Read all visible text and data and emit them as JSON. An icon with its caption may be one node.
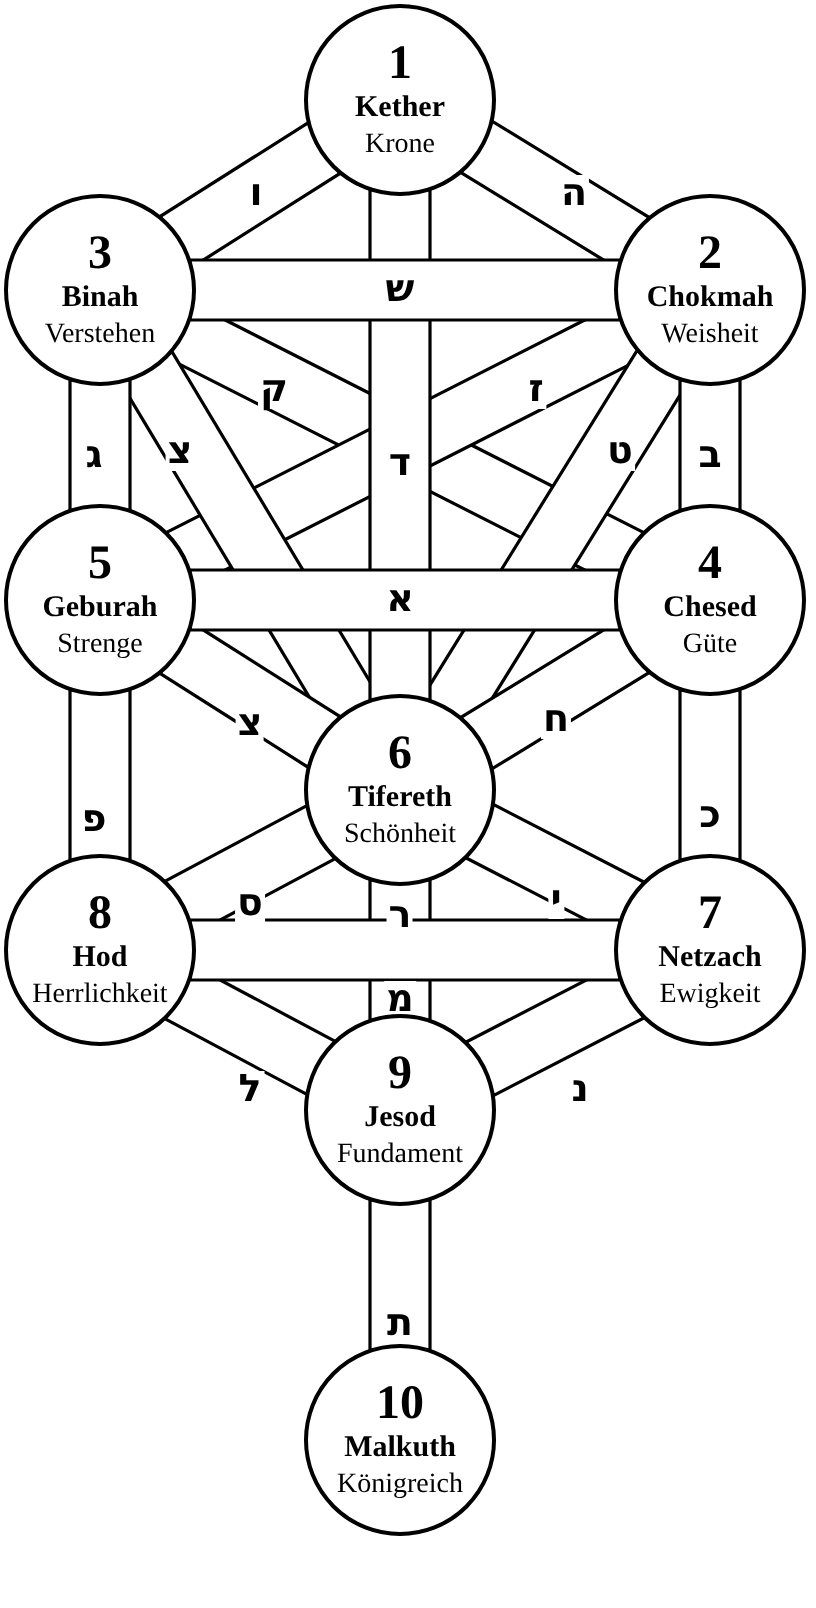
{
  "diagram": {
    "nodes": [
      {
        "text": [
          "1",
          "Kether",
          "Krone"
        ]
      },
      {
        "text": [
          "2",
          "Chokmah",
          "Weisheit"
        ]
      },
      {
        "text": [
          "3",
          "Binah",
          "Verstehen"
        ]
      },
      {
        "text": [
          "4",
          "Chesed",
          "Güte"
        ]
      },
      {
        "text": [
          "5",
          "Geburah",
          "Strenge"
        ]
      },
      {
        "text": [
          "6",
          "Tifereth",
          "Schönheit"
        ]
      },
      {
        "text": [
          "7",
          "Netzach",
          "Ewigkeit"
        ]
      },
      {
        "text": [
          "8",
          "Hod",
          "Herrlichkeit"
        ]
      },
      {
        "text": [
          "9",
          "Jesod",
          "Fundament"
        ]
      },
      {
        "text": [
          "10",
          "Malkuth",
          "Königreich"
        ]
      }
    ],
    "edges": [
      {
        "from": 0,
        "to": 1,
        "arrow": "none",
        "label": "ה"
      },
      {
        "from": 0,
        "to": 2,
        "arrow": "none",
        "label": "ו"
      },
      {
        "from": 0,
        "to": 5,
        "arrow": "none",
        "label": "ד"
      },
      {
        "from": 1,
        "to": 2,
        "arrow": "none",
        "label": "ש"
      },
      {
        "from": 1,
        "to": 3,
        "arrow": "none",
        "label": "ב"
      },
      {
        "from": 2,
        "to": 4,
        "arrow": "none",
        "label": "ג"
      },
      {
        "from": 2,
        "to": 3,
        "arrow": "none",
        "label": "ק"
      },
      {
        "from": 1,
        "to": 4,
        "arrow": "none",
        "label": "ז"
      },
      {
        "from": 2,
        "to": 5,
        "arrow": "none",
        "label": "צ"
      },
      {
        "from": 1,
        "to": 5,
        "arrow": "none",
        "label": "ט"
      },
      {
        "from": 4,
        "to": 3,
        "arrow": "none",
        "label": "א"
      },
      {
        "from": 4,
        "to": 5,
        "arrow": "none",
        "label": "צ"
      },
      {
        "from": 3,
        "to": 5,
        "arrow": "none",
        "label": "ח"
      },
      {
        "from": 4,
        "to": 7,
        "arrow": "none",
        "label": "פ"
      },
      {
        "from": 3,
        "to": 6,
        "arrow": "none",
        "label": "כ"
      },
      {
        "from": 5,
        "to": 7,
        "arrow": "none",
        "label": "ס"
      },
      {
        "from": 5,
        "to": 6,
        "arrow": "none",
        "label": "י"
      },
      {
        "from": 5,
        "to": 8,
        "arrow": "none",
        "label": "ר"
      },
      {
        "from": 7,
        "to": 6,
        "arrow": "none",
        "label": "מ"
      },
      {
        "from": 7,
        "to": 8,
        "arrow": "none",
        "label": "ל"
      },
      {
        "from": 6,
        "to": 8,
        "arrow": "none",
        "label": "נ"
      },
      {
        "from": 8,
        "to": 9,
        "arrow": "none",
        "label": "ת"
      }
    ]
  }
}
